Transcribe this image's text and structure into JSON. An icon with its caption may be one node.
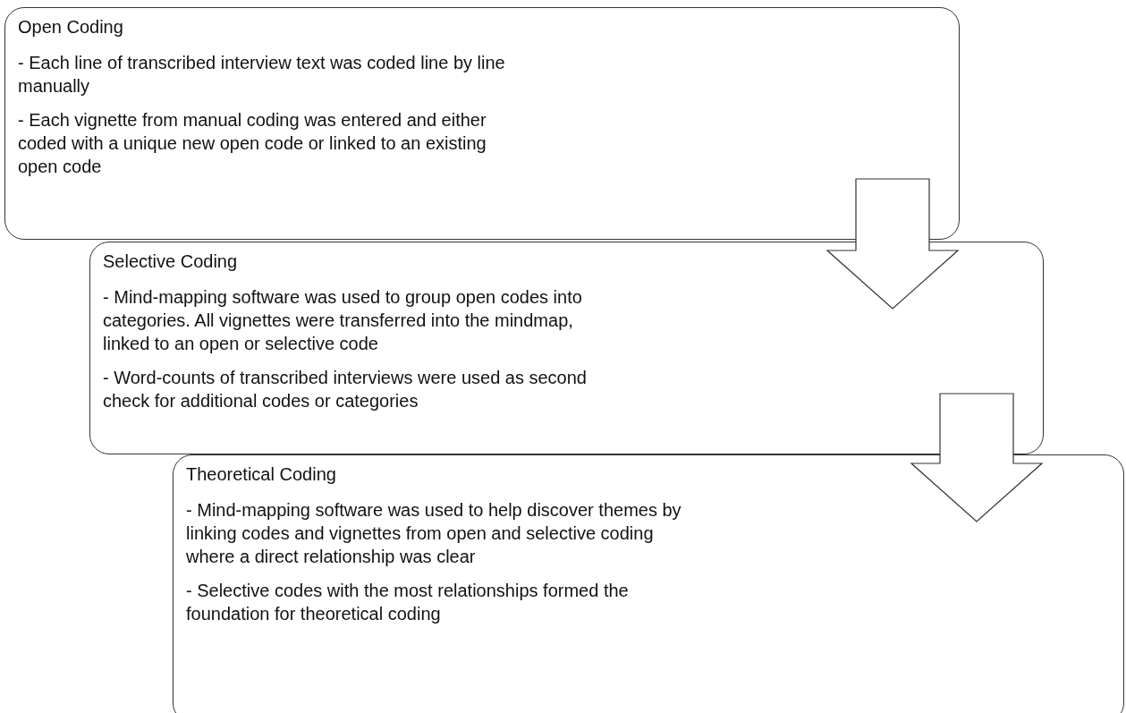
{
  "diagram": {
    "nodes": [
      {
        "text": [
          "Open Coding",
          "- Each line of transcribed interview text was coded line by line manually",
          "- Each vignette from manual coding was entered and either coded with a unique new open code or linked to an existing open code"
        ]
      },
      {
        "text": [
          "Selective Coding",
          "- Mind-mapping software was used to group open codes into categories. All vignettes were transferred into the mindmap, linked to an open or selective code",
          "- Word-counts of transcribed interviews were used as second check for additional codes or categories"
        ]
      },
      {
        "text": [
          "Theoretical Coding",
          "- Mind-mapping software was used to help discover themes by linking codes and vignettes from open and selective coding where a direct relationship was clear",
          "- Selective codes with the most relationships formed the foundation for theoretical coding"
        ]
      }
    ],
    "edges": [
      {
        "from": 0,
        "to": 1,
        "arrow": "to"
      },
      {
        "from": 1,
        "to": 2,
        "arrow": "to"
      }
    ]
  }
}
